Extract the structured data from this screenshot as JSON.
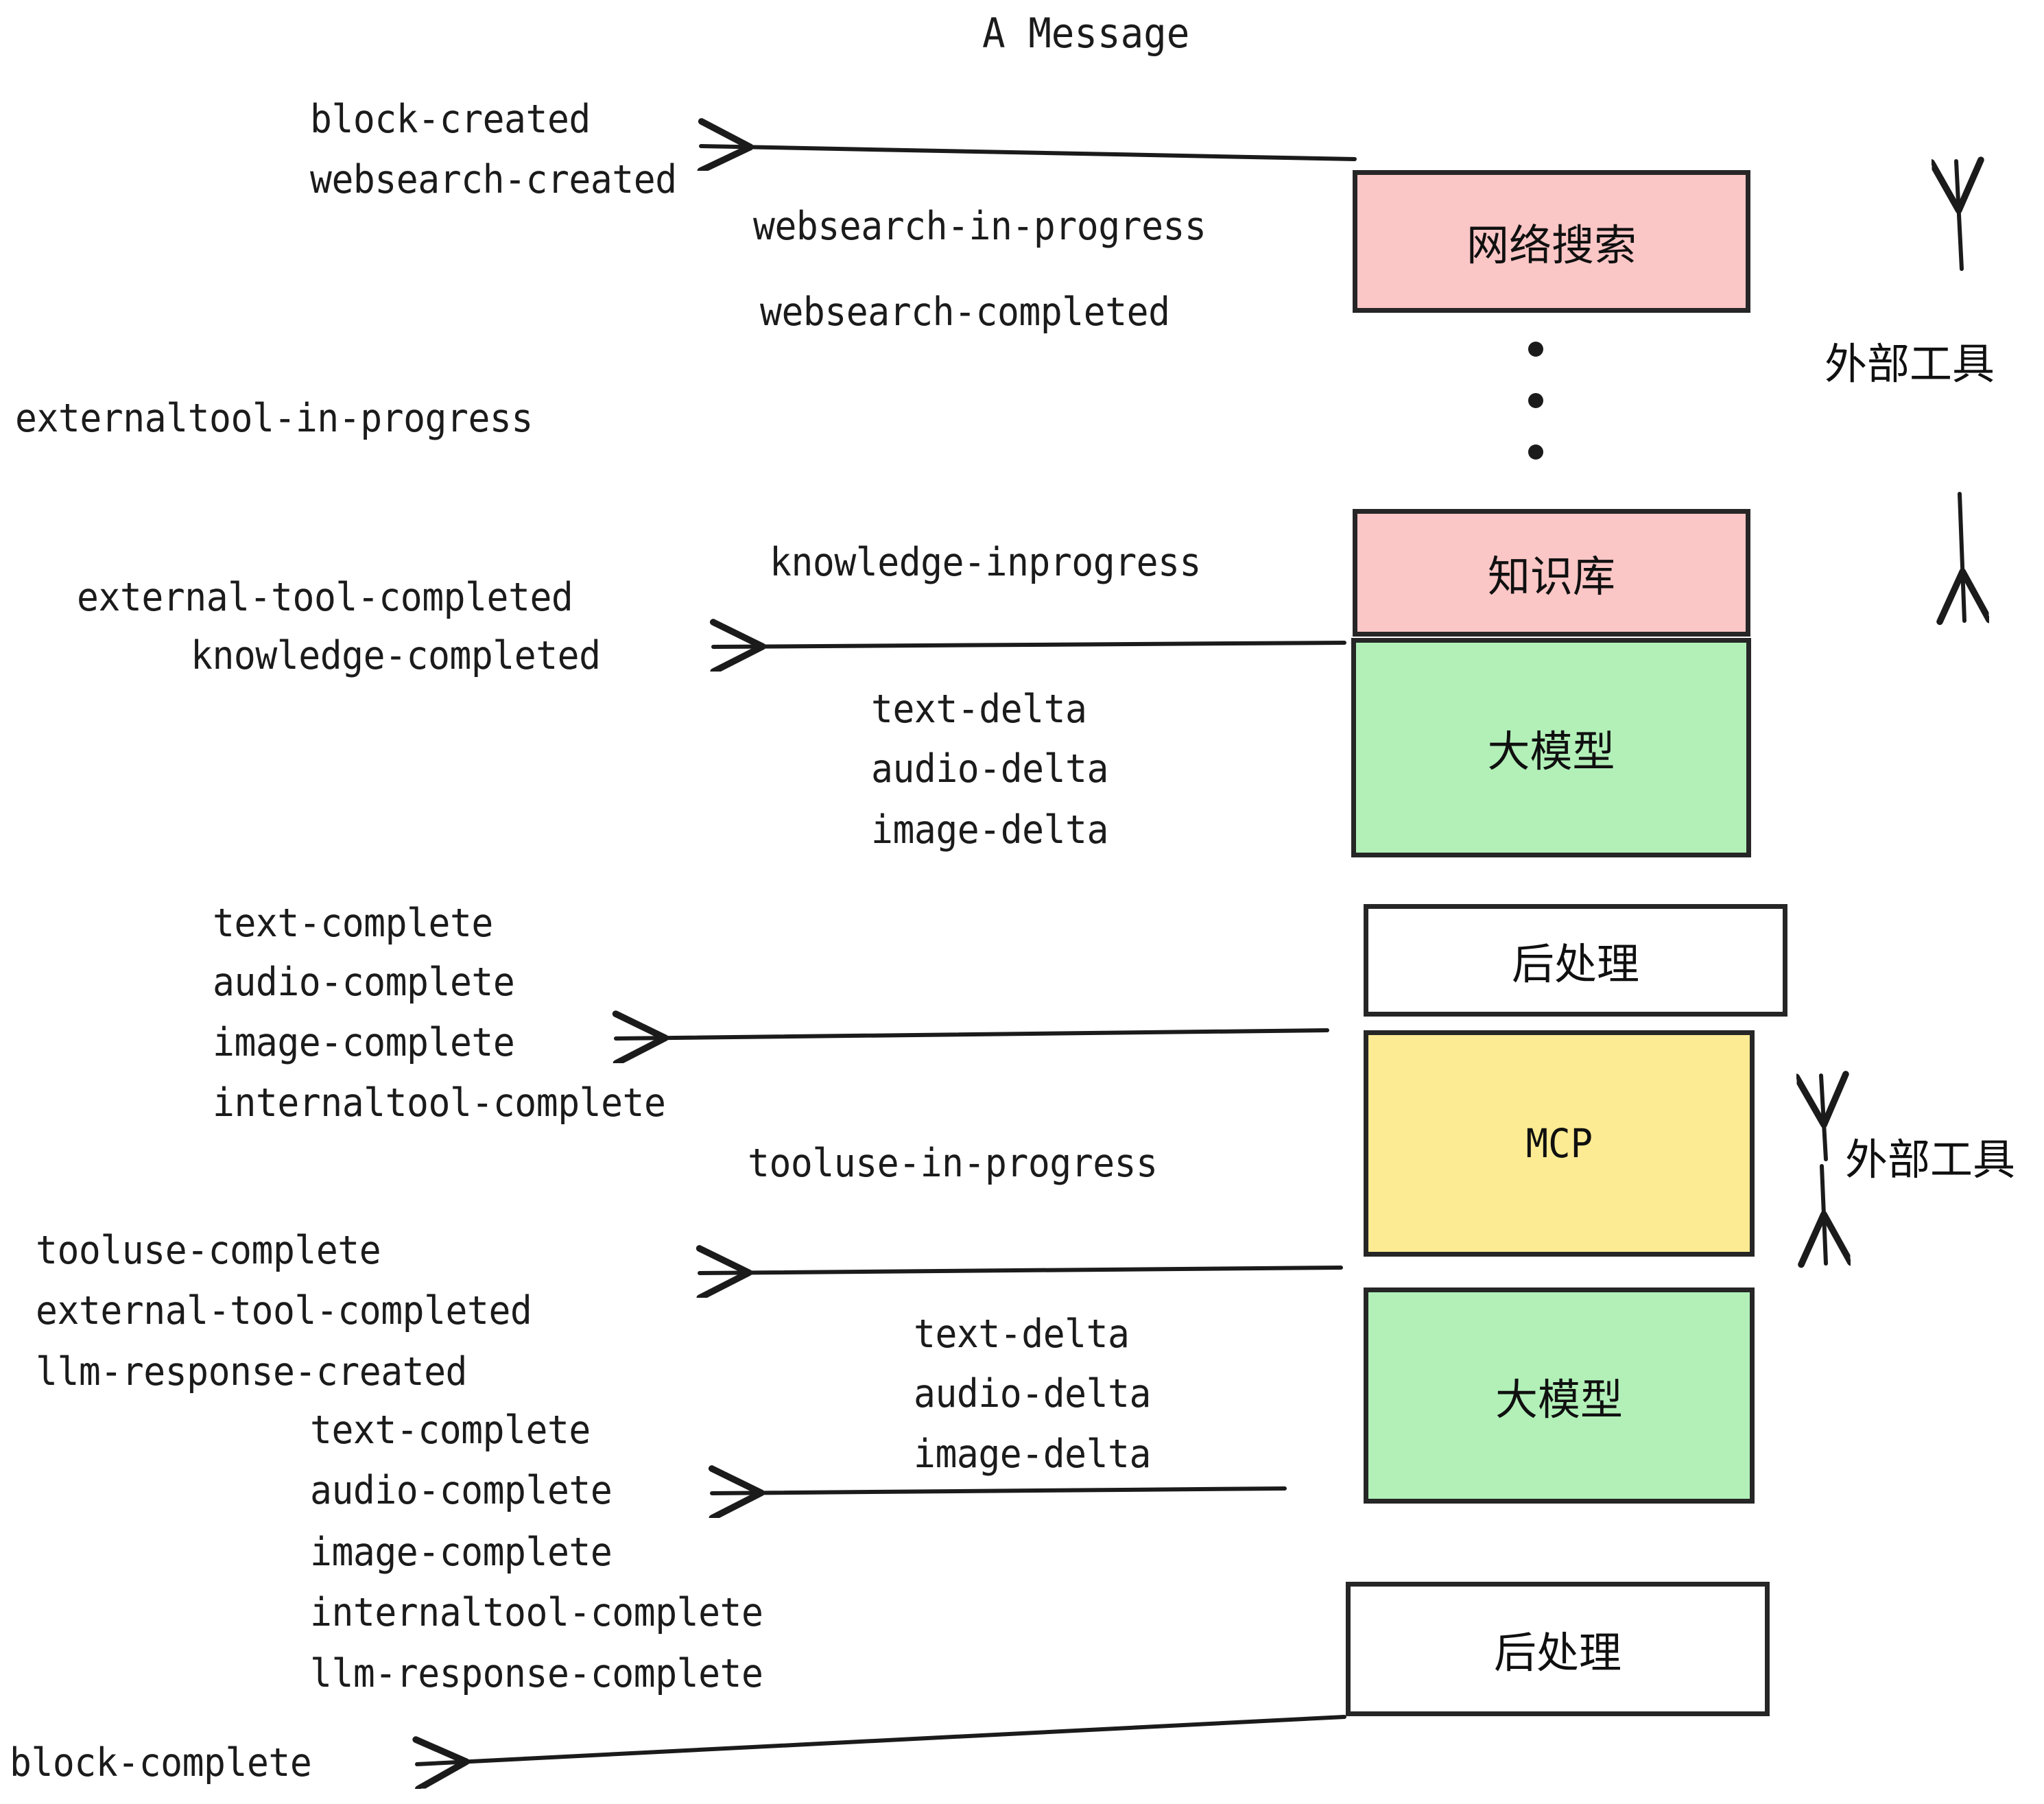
{
  "diagram": {
    "title": "A Message",
    "boxes": [
      {
        "id": "websearch",
        "label": "网络搜索",
        "color": "#FBC6C6"
      },
      {
        "id": "knowledge",
        "label": "知识库",
        "color": "#FBC6C6"
      },
      {
        "id": "llm-1",
        "label": "大模型",
        "color": "#B2F0B8"
      },
      {
        "id": "postproc-1",
        "label": "后处理",
        "color": "#FFFFFF"
      },
      {
        "id": "mcp",
        "label": "MCP",
        "color": "#FCEB92"
      },
      {
        "id": "llm-2",
        "label": "大模型",
        "color": "#B2F0B8"
      },
      {
        "id": "postproc-2",
        "label": "后处理",
        "color": "#FFFFFF"
      }
    ],
    "side_labels": [
      {
        "id": "external-tools-upper",
        "label": "外部工具"
      },
      {
        "id": "external-tools-lower",
        "label": "外部工具"
      }
    ],
    "events": {
      "block_created": "block-created",
      "websearch_created": "websearch-created",
      "websearch_in_progress": "websearch-in-progress",
      "websearch_completed": "websearch-completed",
      "externaltool_in_progress": "externaltool-in-progress",
      "knowledge_inprogress": "knowledge-inprogress",
      "external_tool_completed_1": "external-tool-completed",
      "knowledge_completed": "knowledge-completed",
      "text_delta_1": "text-delta",
      "audio_delta_1": "audio-delta",
      "image_delta_1": "image-delta",
      "text_complete_1": "text-complete",
      "audio_complete_1": "audio-complete",
      "image_complete_1": "image-complete",
      "internaltool_complete_1": "internaltool-complete",
      "tooluse_in_progress": "tooluse-in-progress",
      "tooluse_complete": "tooluse-complete",
      "external_tool_completed_2": "external-tool-completed",
      "llm_response_created": "llm-response-created",
      "text_delta_2": "text-delta",
      "audio_delta_2": "audio-delta",
      "image_delta_2": "image-delta",
      "text_complete_2": "text-complete",
      "audio_complete_2": "audio-complete",
      "image_complete_2": "image-complete",
      "internaltool_complete_2": "internaltool-complete",
      "llm_response_complete": "llm-response-complete",
      "block_complete": "block-complete"
    },
    "colors": {
      "stroke": "#262626",
      "text": "#1b1b1b",
      "pink": "#FBC6C6",
      "green": "#B2F0B8",
      "yellow": "#FCEB92",
      "white": "#FFFFFF"
    }
  }
}
